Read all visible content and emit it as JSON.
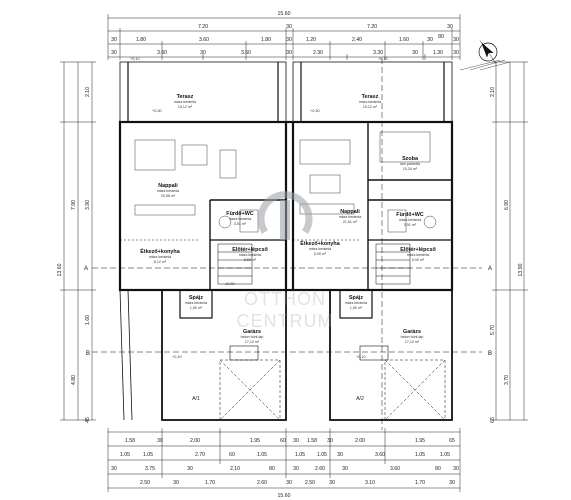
{
  "dims_top": {
    "total": "15.60",
    "row1": [
      "7.20",
      "30",
      "7.20",
      "30"
    ],
    "row2": [
      "30",
      "1.80",
      "3.60",
      "1.80",
      "30",
      "1.20",
      "2.40",
      "1.60",
      "30",
      "80",
      "30"
    ],
    "row3": [
      "30",
      "3.60",
      "30",
      "3.60",
      "30",
      "2.30",
      "3.30",
      "30",
      "1.30",
      "30"
    ]
  },
  "dims_bottom": {
    "row1": [
      "1.58",
      "30",
      "2.00",
      "1.95",
      "60",
      "30",
      "1.58",
      "30",
      "2.00",
      "1.95",
      "65"
    ],
    "row2": [
      "1.05",
      "1.05",
      "2.70",
      "60",
      "1.05",
      "1.05",
      "1.05",
      "30",
      "3.60",
      "1.05",
      "1.05"
    ],
    "row3": [
      "30",
      "3.75",
      "30",
      "2.10",
      "80",
      "30",
      "2.60",
      "30",
      "3.60",
      "80",
      "30"
    ],
    "row4": [
      "2.50",
      "30",
      "1.70",
      "2.60",
      "30",
      "2.50",
      "30",
      "3.10",
      "1.70",
      "30"
    ],
    "total": "15.60"
  },
  "dims_left": [
    "2.10",
    "7.90",
    "13.60",
    "3.90",
    "4.80",
    "1.60",
    "45"
  ],
  "dims_right": [
    "2.10",
    "6.90",
    "13.90",
    "5.70",
    "3.70",
    "65"
  ],
  "axes": {
    "a": "A",
    "b": "B"
  },
  "rooms": [
    {
      "key": "terasz1",
      "name": "Terasz",
      "sub": "mázs kerámia",
      "area": "15,12 m²"
    },
    {
      "key": "terasz2",
      "name": "Terasz",
      "sub": "mázs kerámia",
      "area": "15,12 m²"
    },
    {
      "key": "nappali1",
      "name": "Nappali",
      "sub": "mázs kerámia",
      "area": "20,56 m²"
    },
    {
      "key": "nappali2",
      "name": "Nappali",
      "sub": "mázs kerámia",
      "area": "21,51 m²"
    },
    {
      "key": "szoba",
      "name": "Szoba",
      "sub": "lam.parketta",
      "area": "10,24 m²"
    },
    {
      "key": "furdo1",
      "name": "Fürdő+WC",
      "sub": "mázs kerámia",
      "area": "3,51 m²"
    },
    {
      "key": "furdo2",
      "name": "Fürdő+WC",
      "sub": "mázs kerámia",
      "area": "3,51 m²"
    },
    {
      "key": "etkezo1",
      "name": "Étkező+konyha",
      "sub": "mázs kerámia",
      "area": "8,12 m²"
    },
    {
      "key": "etkezo2",
      "name": "Étkező+konyha",
      "sub": "mázs kerámia",
      "area": "5,90 m²"
    },
    {
      "key": "eloter1",
      "name": "Előtér+lépcső",
      "sub": "mázs kerámia",
      "area": "5,69 m²"
    },
    {
      "key": "eloter2",
      "name": "Előtér+lépcső",
      "sub": "mázs kerámia",
      "area": "5,90 m²"
    },
    {
      "key": "spajz1",
      "name": "Spájz",
      "sub": "mázs kerámia",
      "area": "1,50 m²"
    },
    {
      "key": "spajz2",
      "name": "Spájz",
      "sub": "mázs kerámia",
      "area": "1,50 m²"
    },
    {
      "key": "garazs1",
      "name": "Garázs",
      "sub": "beton burk.lap",
      "area": "17,10 m²"
    },
    {
      "key": "garazs2",
      "name": "Garázs",
      "sub": "beton burk.lap",
      "area": "17,10 m²"
    }
  ],
  "levels": {
    "l1": "+0,10",
    "l2": "+0,30",
    "l3": "±0,00",
    "l4": "+0,30",
    "l5": "+0,10"
  },
  "unit_labels": {
    "u1": "A/1",
    "u2": "A/2"
  },
  "watermark": {
    "line1": "OTTHON",
    "line2": "CENTRUM"
  },
  "colors": {
    "line": "#111111",
    "dim": "#222222",
    "watermark": "#9aa0a6"
  }
}
